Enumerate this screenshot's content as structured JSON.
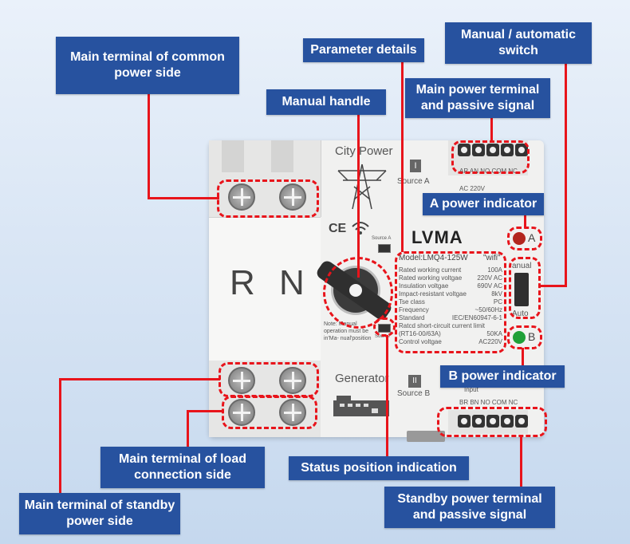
{
  "callouts": {
    "main_common": "Main terminal of common power side",
    "manual_handle": "Manual handle",
    "parameter_details": "Parameter details",
    "manual_auto_switch": "Manual / automatic switch",
    "main_power_terminal": "Main power terminal and passive signal",
    "a_power_indicator": "A power indicator",
    "b_power_indicator": "B power indicator",
    "main_load": "Main terminal of load connection side",
    "status_position": "Status position indication",
    "main_standby": "Main terminal of standby power side",
    "standby_terminal": "Standby power terminal and passive signal"
  },
  "device": {
    "city_power": "City Power",
    "source_a": "Source A",
    "source_a_small": "Source A",
    "roman_one": "I",
    "roman_two": "II",
    "generator": "Generator",
    "source_b": "Source B",
    "brand": "LVMA",
    "ce": "CE",
    "letter_r": "R",
    "letter_n": "N",
    "model": "Model:LMQ4-125W",
    "wifi": "\"wifi\"",
    "note": "Note: Manual operation must be in'Ma- nual'position",
    "source_small": "Source",
    "manual_label": "anual",
    "auto_label": "Auto",
    "indicator_a": "A",
    "indicator_b": "B",
    "ac220": "AC 220V",
    "top_terms": "AR AN NO COM NC",
    "input_label": "Input",
    "bottom_terms": "BR BN NO COM NC"
  },
  "specs": [
    {
      "label": "Rated working current",
      "value": "100A"
    },
    {
      "label": "Rated working voltgae",
      "value": "220V AC"
    },
    {
      "label": "Insulation voltgae",
      "value": "690V AC"
    },
    {
      "label": "Impact-resistant voltgae",
      "value": "8kV"
    },
    {
      "label": "Tse class",
      "value": "PC"
    },
    {
      "label": "Frequency",
      "value": "~50/60Hz"
    },
    {
      "label": "Standard",
      "value": "IEC/EN60947-6-1"
    },
    {
      "label": "Ratcd short-circuit current limit",
      "value": ""
    },
    {
      "label": "(RT16-00/63A)",
      "value": "50KA"
    },
    {
      "label": "Control voltgae",
      "value": "AC220V"
    }
  ],
  "colors": {
    "callout": "#27529f",
    "red": "#e8141b",
    "indicator_a": "#b3261e",
    "indicator_b": "#1fa038"
  }
}
